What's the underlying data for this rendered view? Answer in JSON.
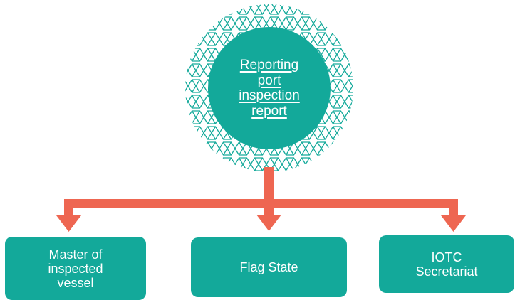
{
  "hub": {
    "lines": [
      "Reporting",
      "port",
      "inspection",
      "report"
    ],
    "fill_color": "#13a99a",
    "pattern_color": "#13a99a"
  },
  "connector_color": "#ee6651",
  "recipients": [
    {
      "lines": [
        "Master of",
        "inspected",
        "vessel"
      ]
    },
    {
      "lines": [
        "Flag State"
      ]
    },
    {
      "lines": [
        "IOTC",
        "Secretariat"
      ]
    }
  ]
}
